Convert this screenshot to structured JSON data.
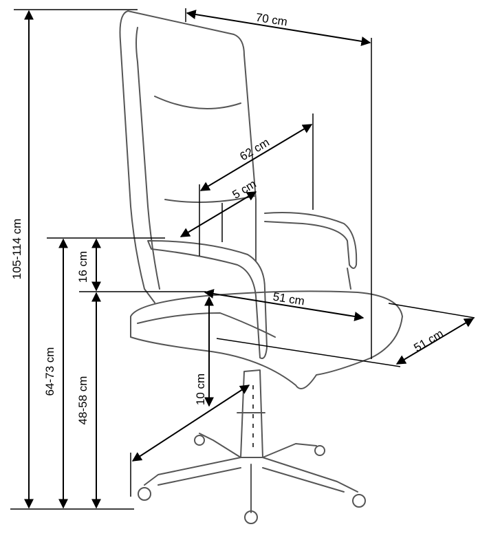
{
  "dimensions": {
    "total_height": "105-114 cm",
    "total_width": "70 cm",
    "backrest_width": "62 cm",
    "backrest_thickness": "5 cm",
    "armrest_height_above_seat": "16 cm",
    "armrest_height": "64-73 cm",
    "seat_height": "48-58 cm",
    "seat_depth": "51 cm",
    "seat_width": "51 cm",
    "seat_thickness": "10 cm"
  }
}
